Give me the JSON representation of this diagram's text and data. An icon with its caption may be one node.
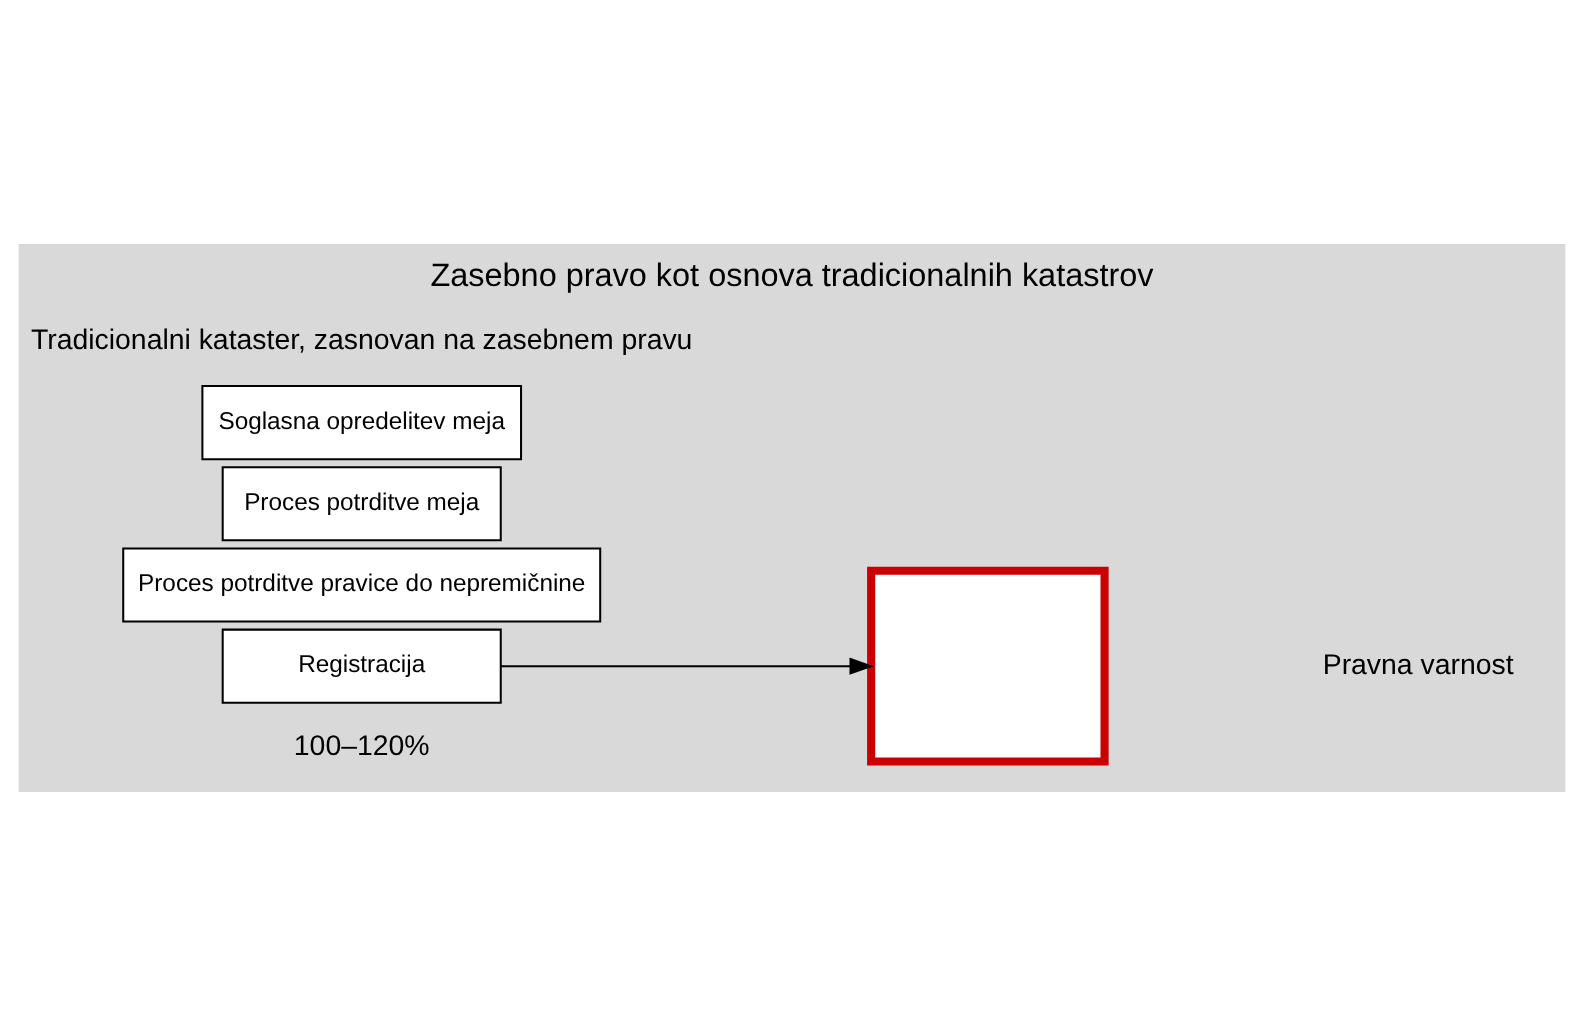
{
  "diagram": {
    "title": "Zasebno pravo kot osnova tradicionalnih katastrov",
    "nodes": [
      {
        "text": [
          "Soglasna opredelitev meja"
        ]
      },
      {
        "text": [
          "Proces potrditve meja"
        ]
      },
      {
        "text": [
          "Proces potrditve pravice do nepremičnine"
        ]
      },
      {
        "text": [
          "Registracija"
        ]
      },
      {
        "text": [],
        "shape": "box"
      }
    ],
    "edges": [
      {
        "from": 3,
        "to": 4,
        "arrow": "to"
      }
    ],
    "labels": [
      "Tradicionalni kataster, zasnovan na zasebnem pravu",
      "100–120%",
      "Pravna varnost"
    ]
  }
}
